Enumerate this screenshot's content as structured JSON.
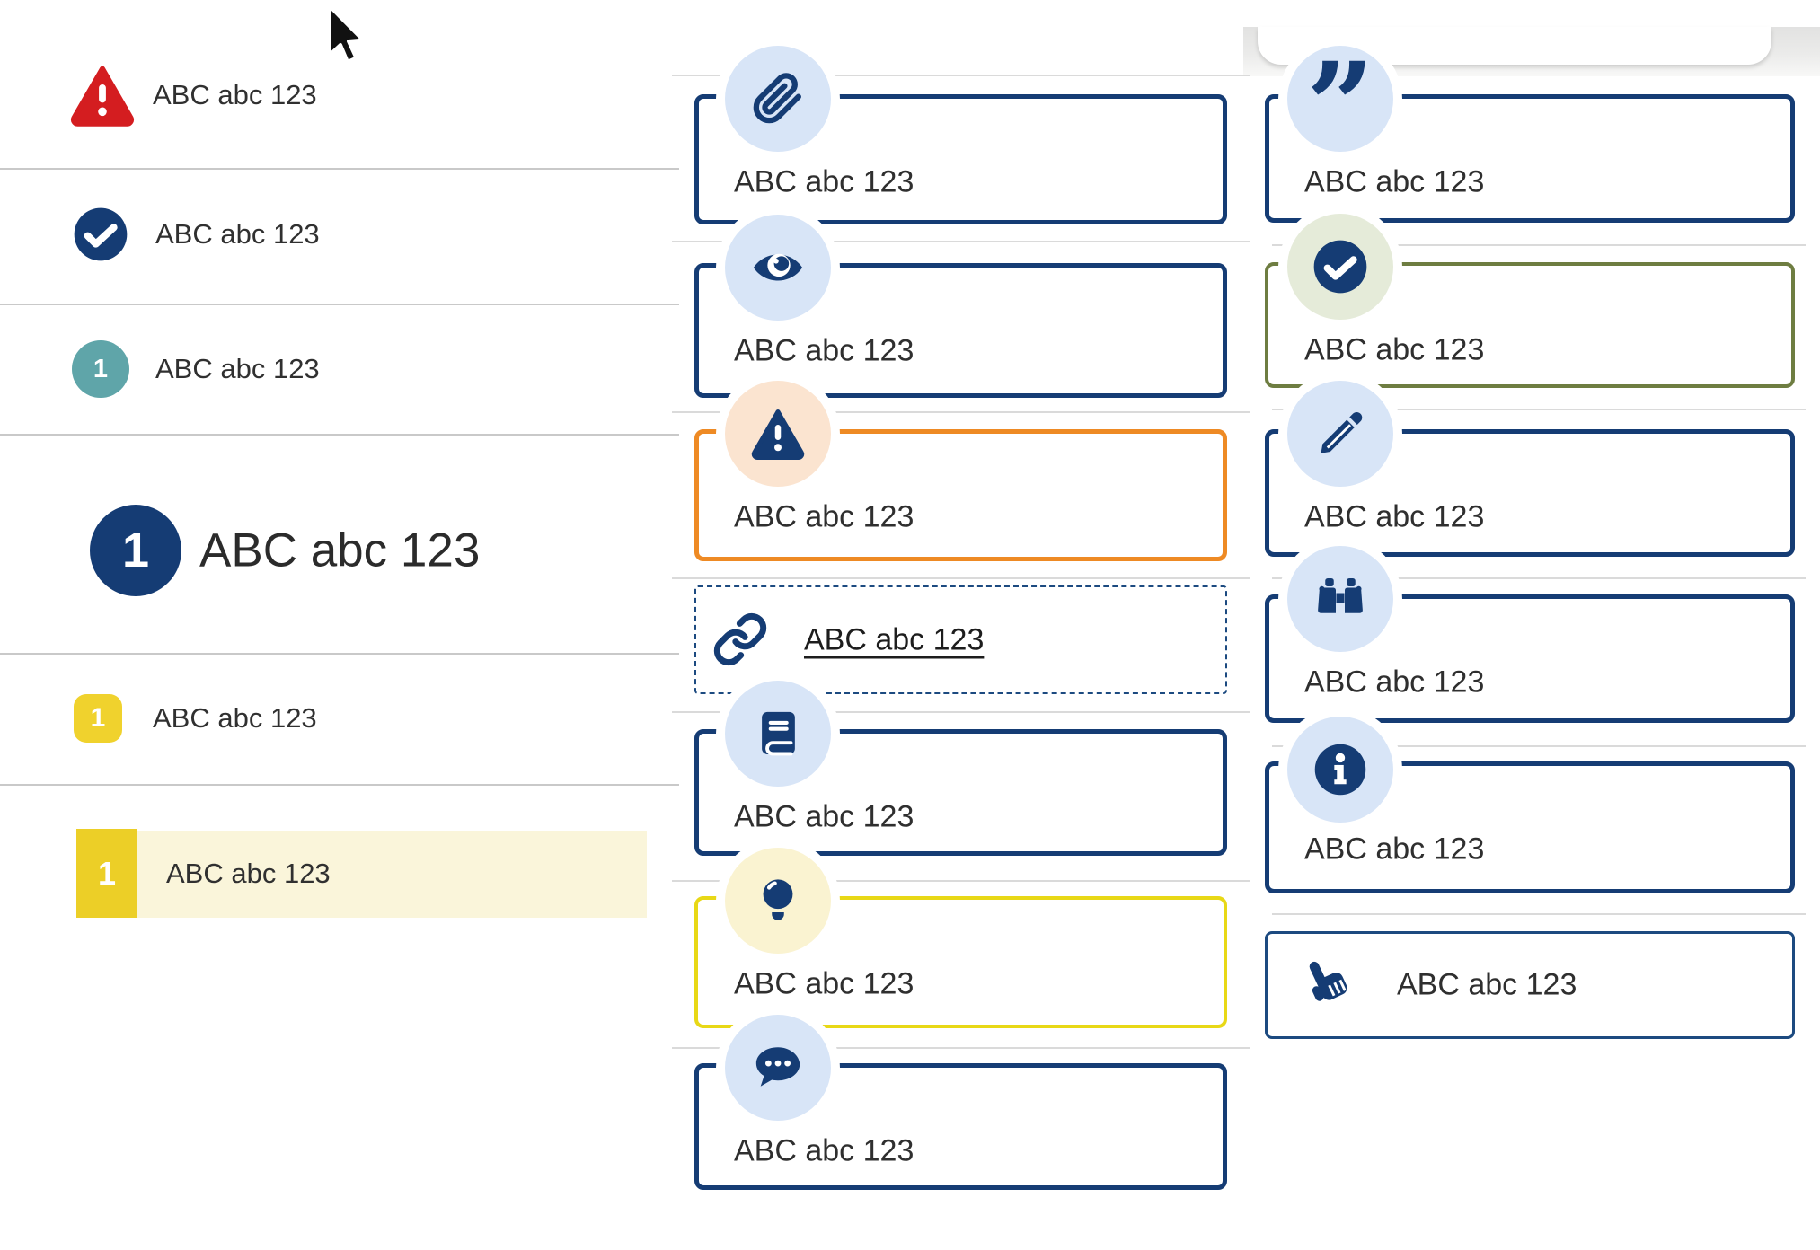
{
  "palette": {
    "navy": "#153c74",
    "red": "#d41d20",
    "teal": "#5fa5a9",
    "yellow_square": "#f0d22d",
    "yellow_tab": "#eccf27",
    "cream_row": "#faf5da",
    "light_blue": "#d8e5f7",
    "peach": "#fbe4d0",
    "sage": "#e5ebd9",
    "cream_circle": "#faf3d1",
    "orange_border": "#ee8a24",
    "olive_border": "#6e7d41",
    "yellow_border": "#e8d816",
    "text": "#2f2f2f"
  },
  "left_list": {
    "items": [
      {
        "icon": "alert-triangle",
        "label": "ABC abc 123"
      },
      {
        "icon": "check-circle",
        "label": "ABC abc 123"
      },
      {
        "icon": "number-badge-teal",
        "badge": "1",
        "label": "ABC abc 123"
      },
      {
        "icon": "number-badge-large",
        "badge": "1",
        "label": "ABC abc 123"
      },
      {
        "icon": "number-square-yellow",
        "badge": "1",
        "label": "ABC abc 123"
      },
      {
        "icon": "number-tab-yellow",
        "badge": "1",
        "label": "ABC abc 123",
        "highlighted": true
      }
    ]
  },
  "middle_callouts": [
    {
      "icon": "paperclip",
      "variant": "navy",
      "label": "ABC abc 123"
    },
    {
      "icon": "eye",
      "variant": "navy",
      "label": "ABC abc 123"
    },
    {
      "icon": "alert-triangle",
      "variant": "orange",
      "label": "ABC abc 123"
    },
    {
      "icon": "link",
      "variant": "dashed",
      "label": "ABC abc 123",
      "underlined": true
    },
    {
      "icon": "book",
      "variant": "navy",
      "label": "ABC abc 123"
    },
    {
      "icon": "lightbulb",
      "variant": "yellow",
      "label": "ABC abc 123"
    },
    {
      "icon": "chat-ellipsis",
      "variant": "navy",
      "label": "ABC abc 123"
    }
  ],
  "right_callouts": [
    {
      "icon": "quote",
      "variant": "navy",
      "label": "ABC abc 123",
      "glyph": "”"
    },
    {
      "icon": "check-circle",
      "variant": "olive",
      "label": "ABC abc 123"
    },
    {
      "icon": "pencil",
      "variant": "navy",
      "label": "ABC abc 123"
    },
    {
      "icon": "binoculars",
      "variant": "navy",
      "label": "ABC abc 123"
    },
    {
      "icon": "info-circle",
      "variant": "navy",
      "label": "ABC abc 123"
    },
    {
      "icon": "hand-pointer",
      "variant": "navy-thin",
      "label": "ABC abc 123"
    }
  ]
}
